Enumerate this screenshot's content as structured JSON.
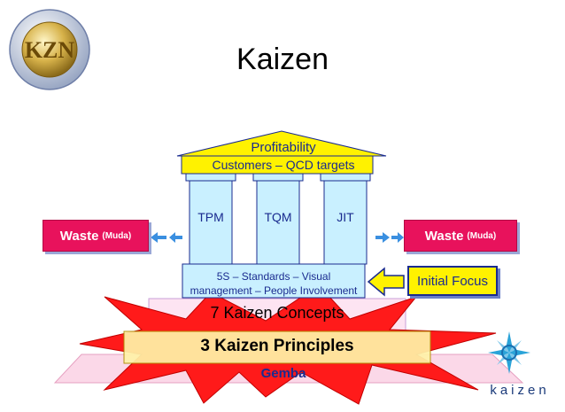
{
  "title": "Kaizen",
  "roof": {
    "top_label": "Profitability",
    "band_label": "Customers – QCD targets"
  },
  "pillars": [
    "TPM",
    "TQM",
    "JIT"
  ],
  "waste_left": {
    "label": "Waste",
    "sub": "(Muda)"
  },
  "waste_right": {
    "label": "Waste",
    "sub": "(Muda)"
  },
  "foundation": {
    "line1": "5S – Standards – Visual",
    "line2": "management – People Involvement"
  },
  "initial_focus": "Initial Focus",
  "concepts": "7 Kaizen Concepts",
  "principles": "3 Kaizen Principles",
  "gemba": "Gemba",
  "logo_right_text": "kaizen",
  "colors": {
    "pillar_fill": "#c9f0ff",
    "roof_fill": "#fff200",
    "waste_fill": "#e8125c",
    "concepts_fill": "#fde4f2",
    "burst_fill": "#ff1a1a",
    "text_blue": "#1a2b8f"
  }
}
